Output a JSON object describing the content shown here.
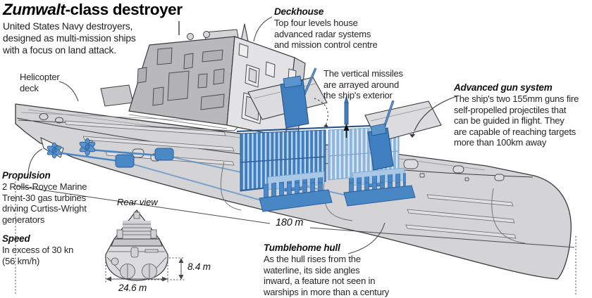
{
  "title": {
    "italic": "Zumwalt",
    "rest": "-class destroyer"
  },
  "intro": "United States Navy destroyers,\ndesigned as multi-mission ships\nwith a focus on land attack.",
  "annotations": {
    "helicopter_deck": {
      "label": "Helicopter\ndeck"
    },
    "deckhouse": {
      "title": "Deckhouse",
      "body": "Top four levels house\nadvanced radar systems\nand mission control centre"
    },
    "missiles": {
      "body": "The vertical missiles\nare arrayed around\nthe ship's exterior"
    },
    "gun_system": {
      "title": "Advanced gun system",
      "body": "The ship's two 155mm guns fire\nself-propelled projectiles that\ncan be guided in flight. They\nare capable of reaching targets\nmore than 100km away"
    },
    "propulsion": {
      "title": "Propulsion",
      "body": "2 Rolls-Royce Marine\nTrent-30 gas turbines\ndriving Curtiss-Wright\ngenerators"
    },
    "speed": {
      "title": "Speed",
      "body": "In excess of 30 kn\n(56 km/h)"
    },
    "tumblehome": {
      "title": "Tumblehome hull",
      "body": "As the hull rises from the\nwaterline, its side angles\ninward, a feature not seen in\nwarships in more than a century"
    },
    "rear_view": {
      "label": "Rear view"
    }
  },
  "dimensions": {
    "length": "180 m",
    "beam": "24.6 m",
    "height": "8.4 m"
  },
  "colors": {
    "accent_blue": "#3f7fc0",
    "light_blue": "#a9c8e6",
    "hull_gray": "#d4d4d6",
    "deckhouse_gray": "#b9b9bb",
    "outline": "#3a3a3c",
    "text": "#1d1d1b"
  }
}
